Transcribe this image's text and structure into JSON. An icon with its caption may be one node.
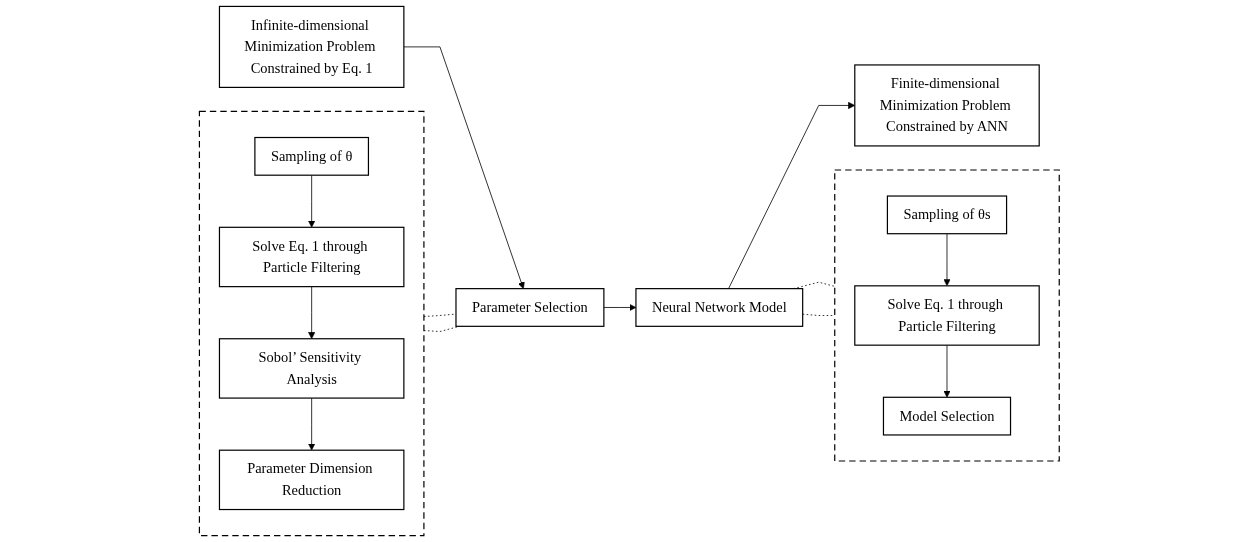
{
  "diagram": {
    "nodes": [
      {
        "text": [],
        "shape": "box"
      },
      {
        "text": [
          "Sampling of θs"
        ],
        "in": 0
      },
      {
        "text": [
          "Solve Eq. 1 through Particle Filtering"
        ],
        "in": 0
      },
      {
        "text": [
          "Model Selection"
        ],
        "in": 0
      },
      {
        "text": [
          "Infinite-dimensional Minimization Problem Constrained by Eq. 1"
        ]
      },
      {
        "text": [
          "Parameter Selection"
        ]
      },
      {
        "text": [
          "Neural Network Model"
        ]
      },
      {
        "text": [
          "Finite-dimensional Minimization Problem Constrained by ANN"
        ]
      },
      {
        "text": [],
        "shape": "box"
      },
      {
        "text": [
          "Sampling of θ"
        ],
        "in": 8
      },
      {
        "text": [
          "Solve Eq. 1 through Particle Filtering"
        ],
        "in": 8
      },
      {
        "text": [
          "Sobol’ Sensitivity Analysis"
        ],
        "in": 8
      },
      {
        "text": [
          "Parameter Dimension Reduction"
        ],
        "in": 8
      }
    ],
    "edges": [
      {
        "from": 6,
        "to": 0,
        "arrow": "none",
        "style": "dashed"
      },
      {
        "from": 6,
        "to": 0,
        "arrow": "none",
        "style": "dashed"
      },
      {
        "from": 1,
        "to": 2,
        "arrow": "to"
      },
      {
        "from": 2,
        "to": 3,
        "arrow": "to"
      },
      {
        "from": 4,
        "to": 5,
        "arrow": "to"
      },
      {
        "from": 5,
        "to": 6,
        "arrow": "to"
      },
      {
        "from": 6,
        "to": 7,
        "arrow": "to"
      },
      {
        "from": 8,
        "to": 5,
        "arrow": "none",
        "style": "dashed"
      },
      {
        "from": 8,
        "to": 5,
        "arrow": "none",
        "style": "dashed"
      },
      {
        "from": 9,
        "to": 10,
        "arrow": "to"
      },
      {
        "from": 10,
        "to": 11,
        "arrow": "to"
      },
      {
        "from": 11,
        "to": 12,
        "arrow": "to"
      }
    ]
  }
}
